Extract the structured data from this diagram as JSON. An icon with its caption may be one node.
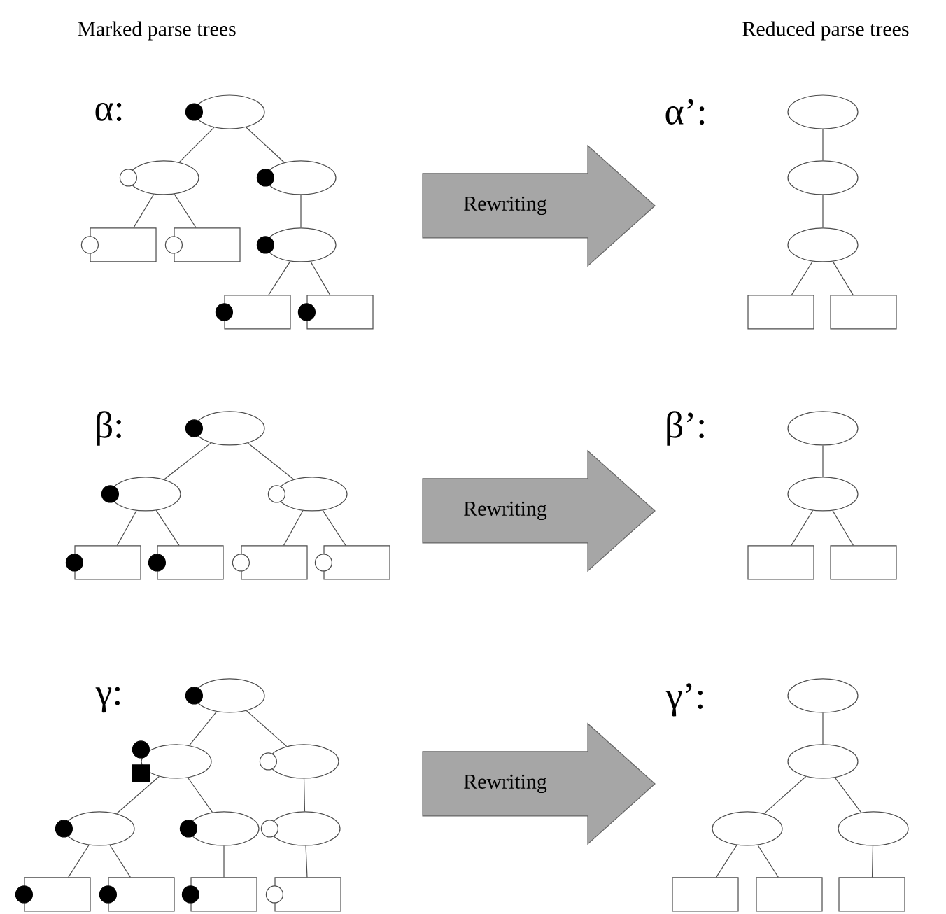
{
  "diagram": {
    "nodes": [
      {
        "text": [],
        "shape": "ellipse"
      },
      {
        "text": [],
        "shape": "ellipse"
      },
      {
        "text": [],
        "shape": "ellipse"
      },
      {
        "text": [],
        "shape": "box"
      },
      {
        "text": [],
        "shape": "box"
      },
      {
        "text": [],
        "shape": "ellipse"
      },
      {
        "text": [],
        "shape": "box"
      },
      {
        "text": [],
        "shape": "box"
      },
      {
        "text": [
          "Rewriting"
        ]
      },
      {
        "text": [],
        "shape": "ellipse"
      },
      {
        "text": [],
        "shape": "ellipse"
      },
      {
        "text": [],
        "shape": "ellipse"
      },
      {
        "text": [],
        "shape": "box"
      },
      {
        "text": [],
        "shape": "box"
      },
      {
        "text": [],
        "shape": "ellipse"
      },
      {
        "text": [],
        "shape": "ellipse"
      },
      {
        "text": [],
        "shape": "ellipse"
      },
      {
        "text": [],
        "shape": "box"
      },
      {
        "text": [],
        "shape": "box"
      },
      {
        "text": [],
        "shape": "box"
      },
      {
        "text": [],
        "shape": "box"
      },
      {
        "text": [
          "Rewriting"
        ]
      },
      {
        "text": [],
        "shape": "ellipse"
      },
      {
        "text": [],
        "shape": "ellipse"
      },
      {
        "text": [],
        "shape": "box"
      },
      {
        "text": [],
        "shape": "box"
      },
      {
        "text": [],
        "shape": "ellipse"
      },
      {
        "text": [],
        "shape": "ellipse"
      },
      {
        "text": [],
        "shape": "ellipse"
      },
      {
        "text": [],
        "shape": "ellipse"
      },
      {
        "text": [],
        "shape": "ellipse"
      },
      {
        "text": [],
        "shape": "ellipse"
      },
      {
        "text": [],
        "shape": "box"
      },
      {
        "text": [],
        "shape": "box"
      },
      {
        "text": [],
        "shape": "box"
      },
      {
        "text": [],
        "shape": "box"
      },
      {
        "text": [
          "Rewriting"
        ]
      },
      {
        "text": [],
        "shape": "ellipse"
      },
      {
        "text": [],
        "shape": "ellipse"
      },
      {
        "text": [],
        "shape": "ellipse"
      },
      {
        "text": [],
        "shape": "ellipse"
      },
      {
        "text": [],
        "shape": "box"
      },
      {
        "text": [],
        "shape": "box"
      },
      {
        "text": [],
        "shape": "box"
      }
    ],
    "edges": [
      {
        "from": 0,
        "to": 1,
        "arrow": "none"
      },
      {
        "from": 0,
        "to": 2,
        "arrow": "none"
      },
      {
        "from": 1,
        "to": 3,
        "arrow": "none"
      },
      {
        "from": 1,
        "to": 4,
        "arrow": "none"
      },
      {
        "from": 2,
        "to": 5,
        "arrow": "none"
      },
      {
        "from": 5,
        "to": 6,
        "arrow": "none"
      },
      {
        "from": 5,
        "to": 7,
        "arrow": "none"
      },
      {
        "from": 9,
        "to": 10,
        "arrow": "none"
      },
      {
        "from": 10,
        "to": 11,
        "arrow": "none"
      },
      {
        "from": 11,
        "to": 12,
        "arrow": "none"
      },
      {
        "from": 11,
        "to": 13,
        "arrow": "none"
      },
      {
        "from": 14,
        "to": 15,
        "arrow": "none"
      },
      {
        "from": 14,
        "to": 16,
        "arrow": "none"
      },
      {
        "from": 15,
        "to": 17,
        "arrow": "none"
      },
      {
        "from": 15,
        "to": 18,
        "arrow": "none"
      },
      {
        "from": 16,
        "to": 19,
        "arrow": "none"
      },
      {
        "from": 16,
        "to": 20,
        "arrow": "none"
      },
      {
        "from": 22,
        "to": 23,
        "arrow": "none"
      },
      {
        "from": 23,
        "to": 24,
        "arrow": "none"
      },
      {
        "from": 23,
        "to": 25,
        "arrow": "none"
      },
      {
        "from": 26,
        "to": 27,
        "arrow": "none"
      },
      {
        "from": 26,
        "to": 28,
        "arrow": "none"
      },
      {
        "from": 27,
        "to": 29,
        "arrow": "none"
      },
      {
        "from": 27,
        "to": 30,
        "arrow": "none"
      },
      {
        "from": 28,
        "to": 31,
        "arrow": "none"
      },
      {
        "from": 29,
        "to": 32,
        "arrow": "none"
      },
      {
        "from": 29,
        "to": 33,
        "arrow": "none"
      },
      {
        "from": 30,
        "to": 34,
        "arrow": "none"
      },
      {
        "from": 31,
        "to": 35,
        "arrow": "none"
      },
      {
        "from": 37,
        "to": 38,
        "arrow": "none"
      },
      {
        "from": 38,
        "to": 39,
        "arrow": "none"
      },
      {
        "from": 38,
        "to": 40,
        "arrow": "none"
      },
      {
        "from": 39,
        "to": 41,
        "arrow": "none"
      },
      {
        "from": 39,
        "to": 42,
        "arrow": "none"
      },
      {
        "from": 40,
        "to": 43,
        "arrow": "none"
      }
    ],
    "labels": [
      "Marked parse trees",
      "Reduced parse trees",
      "α:",
      "α’:",
      "β:",
      "β’:",
      "γ:",
      "γ’:"
    ]
  }
}
